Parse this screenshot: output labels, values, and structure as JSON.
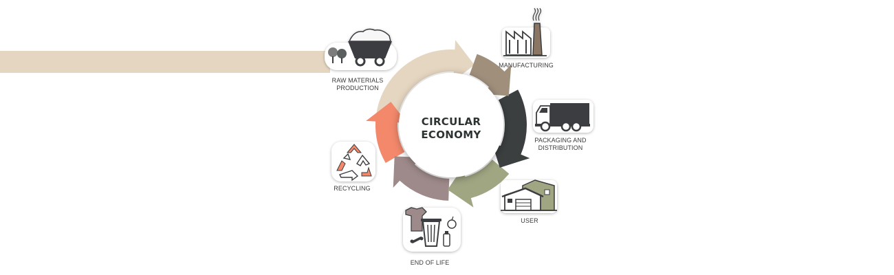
{
  "diagram": {
    "center_line1": "CIRCULAR",
    "center_line2": "ECONOMY",
    "stages": [
      {
        "id": "raw-materials",
        "label": "RAW MATERIALS\nPRODUCTION",
        "color": "#e5d6c1",
        "icon": "mine-cart-icon"
      },
      {
        "id": "manufacturing",
        "label": "MANUFACTURING",
        "color": "#9f8f7b",
        "icon": "factory-icon"
      },
      {
        "id": "packaging",
        "label": "PACKAGING AND\nDISTRIBUTION",
        "color": "#3b3f40",
        "icon": "delivery-truck-icon"
      },
      {
        "id": "user",
        "label": "USER",
        "color": "#a0a582",
        "icon": "house-icon"
      },
      {
        "id": "end-of-life",
        "label": "END OF LIFE",
        "color": "#9e8a8a",
        "icon": "trash-bin-icon"
      },
      {
        "id": "recycling",
        "label": "RECYCLING",
        "color": "#f3886b",
        "icon": "recycle-icon"
      }
    ]
  }
}
